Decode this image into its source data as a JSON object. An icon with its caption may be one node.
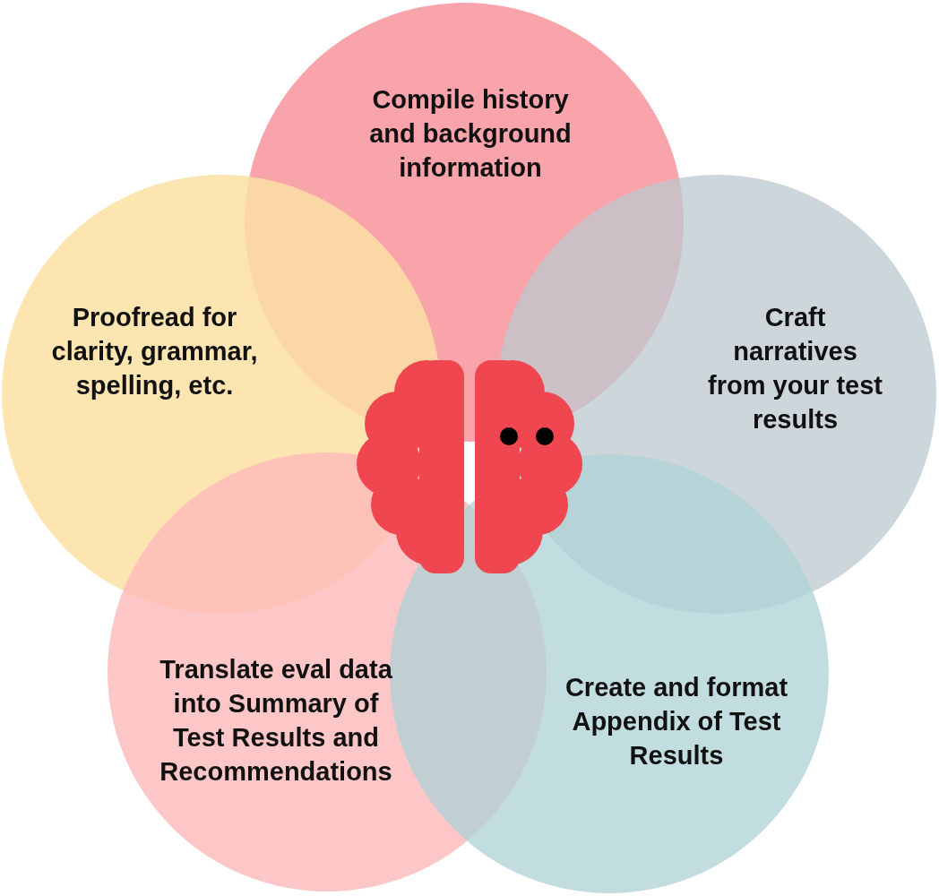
{
  "diagram": {
    "nodes": [
      {
        "text": [
          "Compile history and background information"
        ]
      },
      {
        "text": [
          "Proofread for clarity, grammar, spelling, etc."
        ]
      },
      {
        "text": [
          "Craft narratives from your test results"
        ]
      },
      {
        "text": [
          "Translate eval data into Summary of Test Results and Recommendations"
        ]
      },
      {
        "text": [
          "Create and format Appendix of Test Results"
        ]
      }
    ]
  }
}
